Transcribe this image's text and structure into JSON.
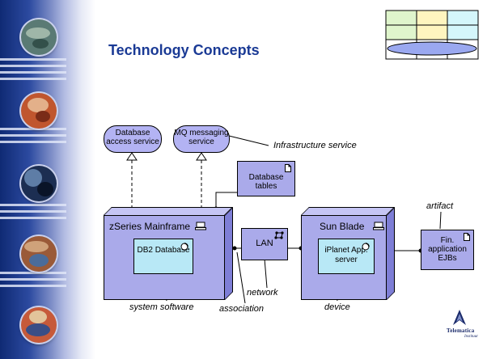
{
  "slide": {
    "title": "Technology Concepts",
    "branding": {
      "name": "Telematica",
      "subname": "Instituut"
    }
  },
  "colors": {
    "title": "#1a3a95",
    "service_fill": "#b3b3f3",
    "node_fill": "#aaaaea",
    "system_software_fill": "#b8e8f6",
    "strip_dark": "#0f2a74"
  },
  "grid_logo": {
    "cells": [
      "#dff5cc",
      "#fff5bf",
      "#d4f6fb",
      "#dff5cc",
      "#fff5bf",
      "#d4f6fb"
    ],
    "ellipse_color": "#9aa8f0"
  },
  "diagram": {
    "services": [
      {
        "id": "db-access",
        "label": "Database access service"
      },
      {
        "id": "mq",
        "label": "MQ messaging service"
      }
    ],
    "nodes": [
      {
        "id": "mainframe",
        "label": "zSeries Mainframe",
        "icon": "device-computer-icon",
        "system_software": {
          "label": "DB2 Database",
          "icon": "system-software-icon"
        }
      },
      {
        "id": "sunblade",
        "label": "Sun Blade",
        "icon": "device-computer-icon",
        "system_software": {
          "label": "iPlanet App. server",
          "icon": "system-software-icon"
        }
      }
    ],
    "network": {
      "label": "LAN",
      "icon": "network-icon"
    },
    "artifacts": [
      {
        "id": "db-tables",
        "label": "Database tables",
        "icon": "artifact-document-icon"
      },
      {
        "id": "fin-ejbs",
        "label": "Fin. application EJBs",
        "icon": "artifact-document-icon"
      }
    ],
    "annotations": {
      "infrastructure_service": "Infrastructure service",
      "artifact": "artifact",
      "network": "network",
      "system_software": "system software",
      "association": "association",
      "device": "device"
    }
  }
}
